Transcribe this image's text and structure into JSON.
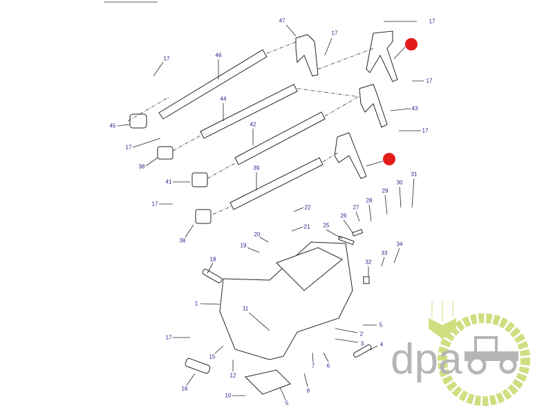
{
  "diagram": {
    "part_labels": [
      "17",
      "47",
      "17",
      "46",
      "17",
      "17",
      "44",
      "43",
      "45",
      "42",
      "17",
      "17",
      "38",
      "39",
      "31",
      "30",
      "29",
      "41",
      "28",
      "17",
      "22",
      "27",
      "26",
      "25",
      "21",
      "38",
      "20",
      "19",
      "34",
      "33",
      "18",
      "32",
      "1",
      "11",
      "5",
      "2",
      "3",
      "17",
      "4",
      "15",
      "7",
      "6",
      "12",
      "16",
      "8",
      "10",
      "5"
    ],
    "highlight_color": "#e31b1b",
    "label_color": "#1c1c8a"
  },
  "logo": {
    "text": "dpa",
    "primary_color": "#a9a9a9",
    "accent_color": "#c8d96a"
  }
}
